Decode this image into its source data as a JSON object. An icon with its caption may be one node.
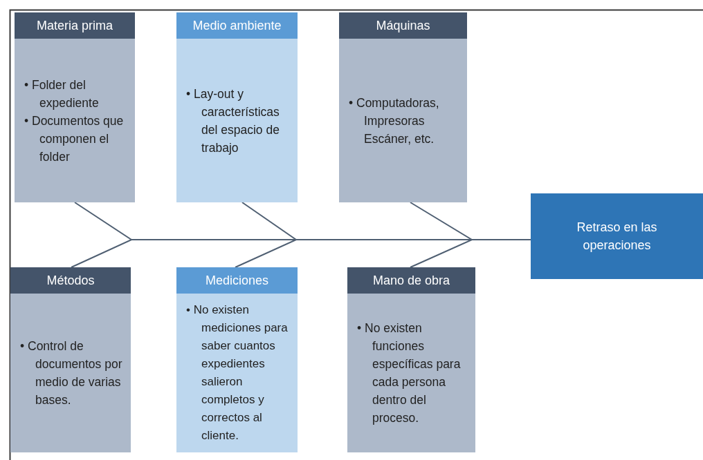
{
  "diagram": {
    "nodes": [
      {
        "text": [
          "Materia prima",
          "• Folder del expediente",
          "• Documentos que componen el folder"
        ]
      },
      {
        "text": [
          "Medio ambiente",
          "• Lay-out y características del espacio de trabajo"
        ]
      },
      {
        "text": [
          "Máquinas",
          "• Computadoras, Impresoras Escáner, etc."
        ]
      },
      {
        "text": [
          "Métodos",
          "• Control de documentos por medio de varias bases."
        ]
      },
      {
        "text": [
          "Mediciones",
          "• No existen mediciones para saber cuantos expedientes salieron completos y correctos al cliente."
        ]
      },
      {
        "text": [
          "Mano de obra",
          "• No existen funciones específicas para cada persona dentro del proceso."
        ]
      },
      {
        "text": [
          "Retraso en las operaciones"
        ]
      }
    ],
    "edges": [
      {
        "from": 0,
        "to": 6,
        "arrow": "none"
      },
      {
        "from": 1,
        "to": 6,
        "arrow": "none"
      },
      {
        "from": 2,
        "to": 6,
        "arrow": "none"
      },
      {
        "from": 3,
        "to": 6,
        "arrow": "none"
      },
      {
        "from": 4,
        "to": 6,
        "arrow": "none"
      },
      {
        "from": 5,
        "to": 6,
        "arrow": "none"
      }
    ]
  }
}
